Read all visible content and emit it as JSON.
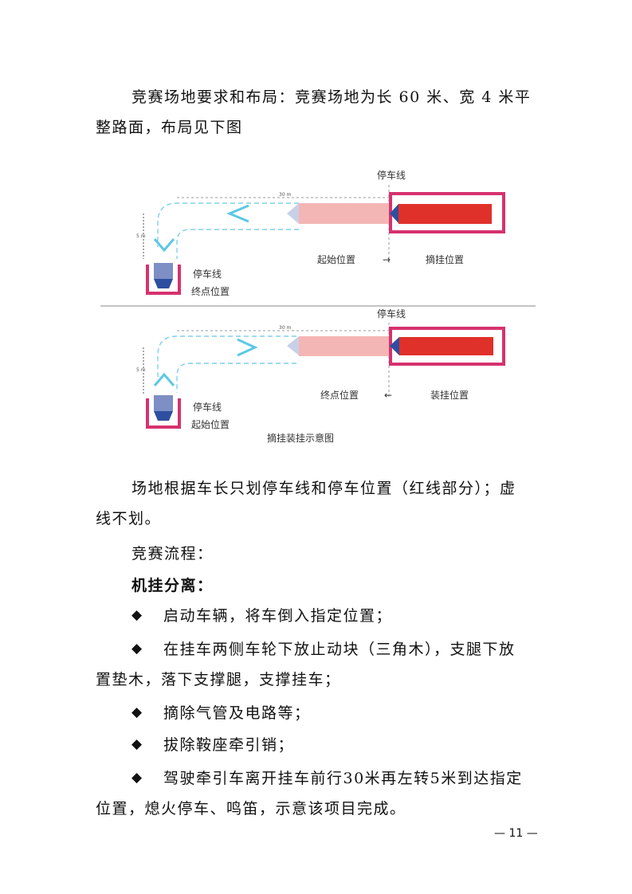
{
  "intro": {
    "line1": "竞赛场地要求和布局：竞赛场地为长 60 米、宽 4 米平",
    "line2": "整路面，布局见下图"
  },
  "diagram_top": {
    "stop_line_label": "停车线",
    "dist_30": "30 m",
    "dist_5": "5 m",
    "left_stop_label": "停车线",
    "left_pos_label": "终点位置",
    "start_label": "起始位置",
    "arrow": "→",
    "end_label": "摘挂位置"
  },
  "diagram_bottom": {
    "stop_line_label": "停车线",
    "dist_30": "30 m",
    "dist_5": "5 m",
    "left_stop_label": "停车线",
    "left_pos_label": "起始位置",
    "finish_label": "终点位置",
    "arrow": "←",
    "load_label": "装挂位置",
    "caption": "摘挂装挂示意图"
  },
  "colors": {
    "trailer_red": "#e0302a",
    "trailer_pink": "#f4b6b4",
    "frame_magenta": "#d6326e",
    "cab_blue": "#2e4fa0",
    "arrow_cyan": "#5cc8e6"
  },
  "body": {
    "p1_line1": "场地根据车长只划停车线和停车位置（红线部分）；虚",
    "p1_line2": "线不划。",
    "p2": "竞赛流程：",
    "heading": "机挂分离：",
    "bullet_symbol": "◆",
    "b1": "启动车辆，将车倒入指定位置；",
    "b2_line1": "在挂车两侧车轮下放止动块（三角木），支腿下放",
    "b2_line2": "置垫木，落下支撑腿，支撑挂车；",
    "b3": "摘除气管及电路等；",
    "b4": "拔除鞍座牵引销；",
    "b5_line1": "驾驶牵引车离开挂车前行30米再左转5米到达指定",
    "b5_line2": "位置，熄火停车、鸣笛，示意该项目完成。"
  },
  "footer": {
    "page_number": "— 11 —"
  }
}
